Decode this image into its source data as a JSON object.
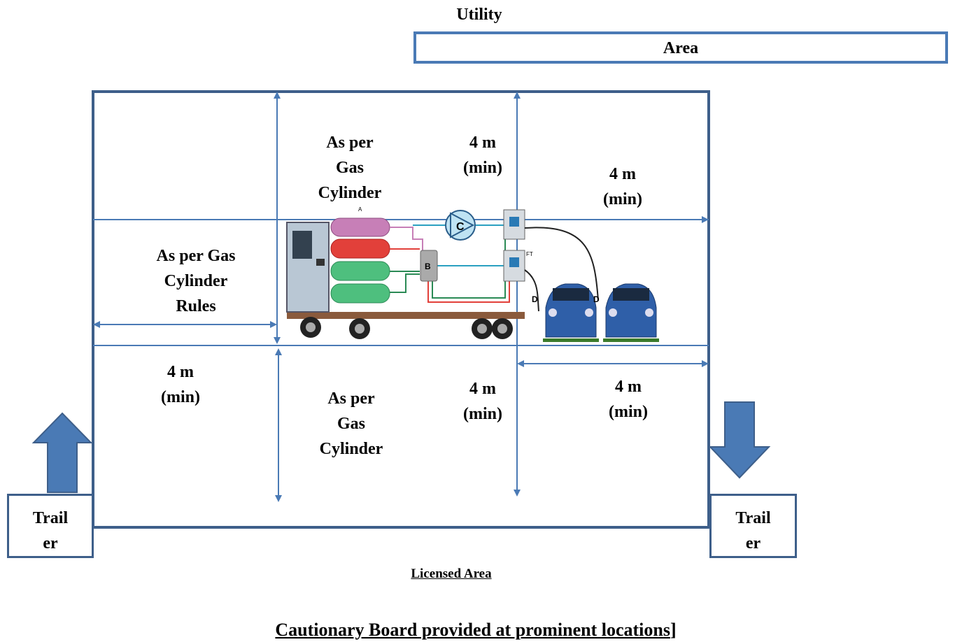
{
  "utility": {
    "title": "Utility",
    "area": "Area"
  },
  "dimensions": {
    "top_left": "As per\nGas\nCylinder",
    "top_center": "4 m\n(min)",
    "top_right": "4 m\n(min)",
    "left_middle": "As per Gas\nCylinder\nRules",
    "bottom_left": "4 m\n(min)",
    "bottom_center_left": "As per\nGas\nCylinder",
    "bottom_center": "4 m\n(min)",
    "bottom_right": "4 m\n(min)"
  },
  "entry_box": "Trail\ner",
  "exit_box": "Trail\ner",
  "footer": {
    "licensed_area": "Licensed Area",
    "caution": "Cautionary Board provided at prominent locations",
    "caution_suffix": "]"
  },
  "equipment_labels": {
    "compressor": "C",
    "buffer": "B",
    "dispenser": "D",
    "flow_tag": "FT",
    "cascade": "A"
  },
  "colors": {
    "line": "#4a7ab5",
    "border": "#3e5f8a",
    "arrow_fill": "#4a7ab5"
  }
}
